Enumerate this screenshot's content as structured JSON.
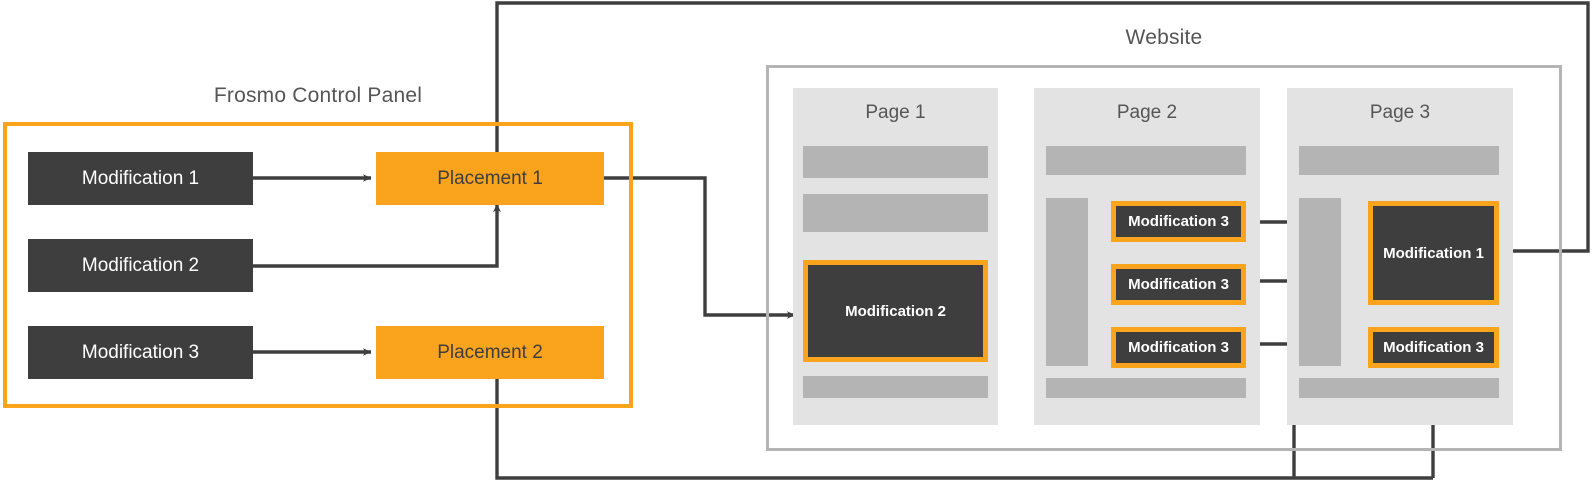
{
  "colors": {
    "accent_orange": "#FAA41E",
    "dark_box": "#3E3E3E",
    "page_background": "#E3E3E3",
    "placeholder_bar": "#B4B4B4",
    "frame_border": "#B4B4B4",
    "text_gray": "#555555",
    "wire": "#3E3E3E",
    "canvas": "#FFFFFF"
  },
  "control_panel": {
    "title": "Frosmo Control Panel",
    "modifications": [
      {
        "label": "Modification 1"
      },
      {
        "label": "Modification 2"
      },
      {
        "label": "Modification 3"
      }
    ],
    "placements": [
      {
        "label": "Placement 1"
      },
      {
        "label": "Placement 2"
      }
    ]
  },
  "website": {
    "title": "Website",
    "pages": [
      {
        "title": "Page 1",
        "bars": [
          "content-bar",
          "content-bar",
          "content-bar"
        ],
        "modifications": [
          {
            "label": "Modification 2"
          }
        ]
      },
      {
        "title": "Page 2",
        "bars": [
          "content-bar",
          "sidebar-bar",
          "content-bar"
        ],
        "modifications": [
          {
            "label": "Modification 3"
          },
          {
            "label": "Modification 3"
          },
          {
            "label": "Modification 3"
          }
        ]
      },
      {
        "title": "Page 3",
        "bars": [
          "content-bar",
          "sidebar-bar",
          "content-bar"
        ],
        "modifications": [
          {
            "label": "Modification 1"
          },
          {
            "label": "Modification 3"
          }
        ]
      }
    ]
  },
  "connections": [
    {
      "from": "Modification 1",
      "to": "Placement 1"
    },
    {
      "from": "Modification 2",
      "to": "Placement 1"
    },
    {
      "from": "Modification 3",
      "to": "Placement 2"
    },
    {
      "from": "Placement 1",
      "to": "Page 1 / Modification 2"
    },
    {
      "from": "Placement 1",
      "to": "Page 3 / Modification 1"
    },
    {
      "from": "Placement 2",
      "to": "Page 2 / Modification 3 (x3)"
    },
    {
      "from": "Placement 2",
      "to": "Page 3 / Modification 3"
    }
  ]
}
